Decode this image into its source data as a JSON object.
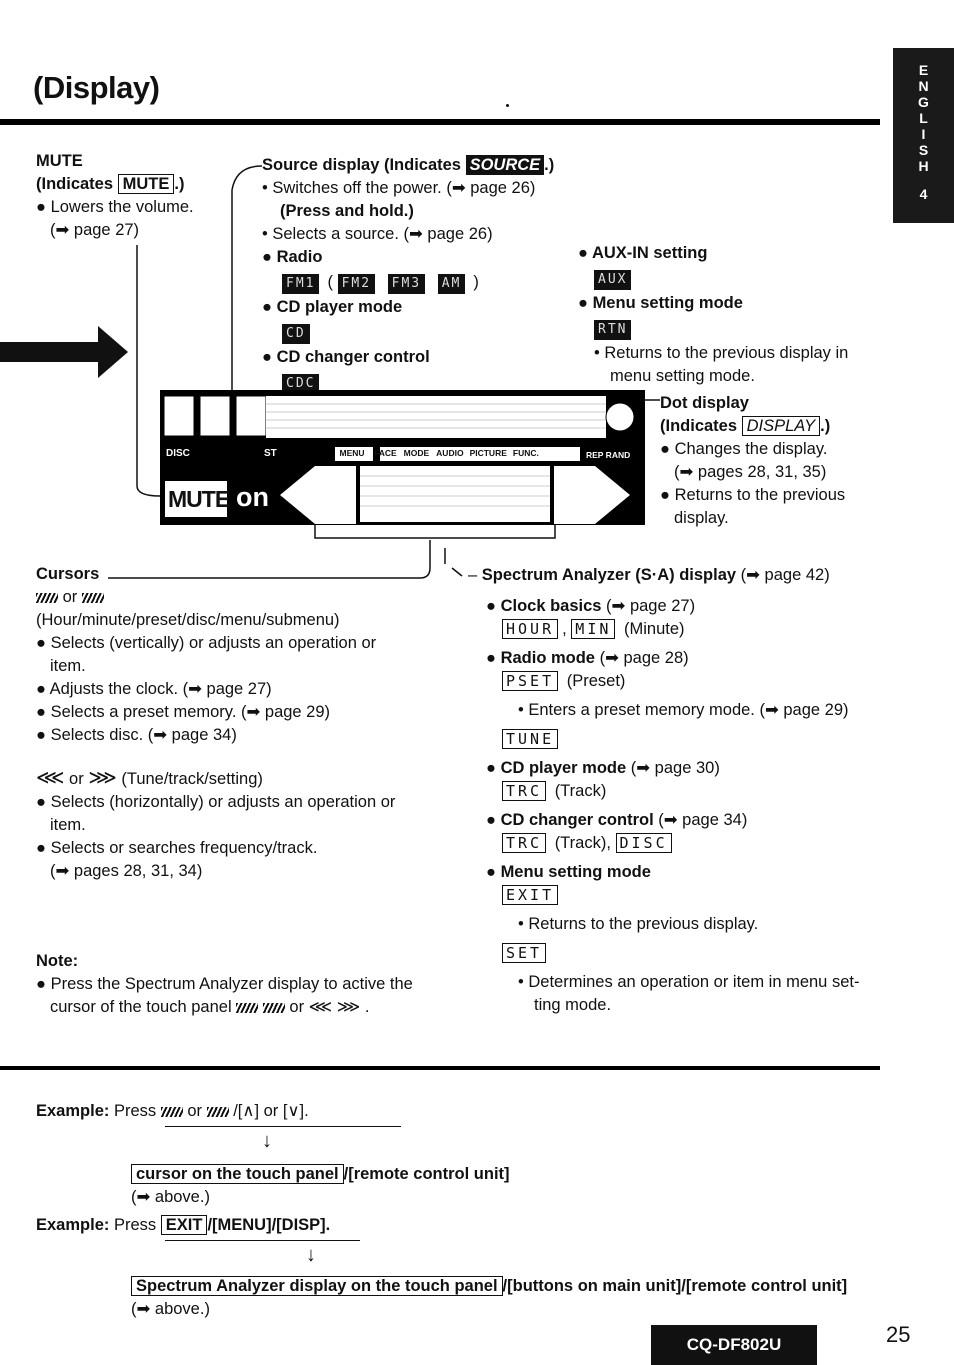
{
  "header": {
    "title": "(Display)"
  },
  "side_tab": {
    "letters": [
      "E",
      "N",
      "G",
      "L",
      "I",
      "S",
      "H"
    ],
    "chapter": "4"
  },
  "mute": {
    "title": "MUTE",
    "indicates_prefix": "(Indicates",
    "indicator": "MUTE",
    "indicates_suffix": ".)",
    "bullet": "Lowers the volume.",
    "ref": "(➡ page 27)"
  },
  "source": {
    "title_prefix": "Source display (Indicates",
    "indicator": "SOURCE",
    "title_suffix": ".)",
    "line1": "Switches off the power. (➡ page 26)",
    "line2": "(Press and hold.)",
    "line3": "Selects a source. (➡ page 26)",
    "radio_label": "Radio",
    "radio_lcds": [
      "FM1",
      "FM2",
      "FM3",
      "AM"
    ],
    "cd_label": "CD player mode",
    "cd_lcd": "CD",
    "changer_label": "CD changer control",
    "changer_lcd": "CDC"
  },
  "aux": {
    "label": "AUX-IN setting",
    "lcd": "AUX",
    "menu_label": "Menu setting mode",
    "menu_lcd": "RTN",
    "menu_note_1": "Returns to the previous display in",
    "menu_note_2": "menu setting mode."
  },
  "dot_display": {
    "title": "Dot display",
    "indicates_prefix": "(Indicates",
    "indicator": "DISPLAY",
    "indicates_suffix": ".)",
    "bullet1": "Changes the display.",
    "bullet1_ref": "(➡ pages 28, 31, 35)",
    "bullet2_1": "Returns to the previous",
    "bullet2_2": "display."
  },
  "panel": {
    "disc_label": "DISC",
    "st_label": "ST",
    "menu_buttons": [
      "MENU",
      "FACE",
      "MODE",
      "AUDIO",
      "PICTURE",
      "FUNC."
    ],
    "rep_rand": "REP RAND",
    "mute_text": "MUTE",
    "on_text": "on"
  },
  "cursors": {
    "title": "Cursors",
    "or_text": "or",
    "desc": "(Hour/minute/preset/disc/menu/submenu)",
    "bullets": [
      "Selects (vertically) or adjusts an operation or",
      "item.",
      "Adjusts the clock. (➡ page 27)",
      "Selects a preset memory. (➡ page 29)",
      "Selects disc. (➡ page 34)"
    ],
    "h_desc": "(Tune/track/setting)",
    "h_bullets": [
      "Selects (horizontally) or adjusts an operation or",
      "item.",
      "Selects or searches frequency/track.",
      "(➡ pages 28, 31, 34)"
    ]
  },
  "spectrum": {
    "title": "Spectrum Analyzer (S·A) display",
    "title_ref": "(➡ page 42)",
    "clock_label": "Clock basics",
    "clock_ref": "(➡ page 27)",
    "hour_seg": "HOUR",
    "min_seg": "MIN",
    "minute_text": "(Minute)",
    "radio_label": "Radio mode",
    "radio_ref": "(➡ page 28)",
    "pset_seg": "PSET",
    "preset_text": "(Preset)",
    "pset_note": "Enters a preset memory mode. (➡ page 29)",
    "tune_seg": "TUNE",
    "cd_label": "CD player mode",
    "cd_ref": "(➡ page 30)",
    "trc_seg": "TRC",
    "track_text": "(Track)",
    "changer_label": "CD changer control",
    "changer_ref": "(➡ page 34)",
    "track_text2": "(Track),",
    "disc_seg": "DISC",
    "menu_label": "Menu setting mode",
    "exit_seg": "EXIT",
    "exit_note": "Returns to the previous display.",
    "set_seg": "SET",
    "set_note_1": "Determines an operation or item in menu set-",
    "set_note_2": "ting mode."
  },
  "note": {
    "title": "Note:",
    "line1": "Press the Spectrum Analyzer display to active the",
    "line2": "cursor of the touch panel",
    "or_text": "or"
  },
  "examples": {
    "ex_label": "Example:",
    "press": "Press",
    "or_text": "or",
    "ex1_tail": "/[∧] or [∨].",
    "ex1_box": "cursor on the touch panel",
    "ex1_rest": "/[remote control unit]",
    "above": "(➡ above.)",
    "ex2_box": "EXIT",
    "ex2_tail": "/[MENU]/[DISP].",
    "ex2_box2": "Spectrum Analyzer display on the touch panel",
    "ex2_rest": "/[buttons on main unit]/[remote control unit]",
    "above2": "(➡ above.)"
  },
  "footer": {
    "model": "CQ-DF802U",
    "page": "25"
  }
}
